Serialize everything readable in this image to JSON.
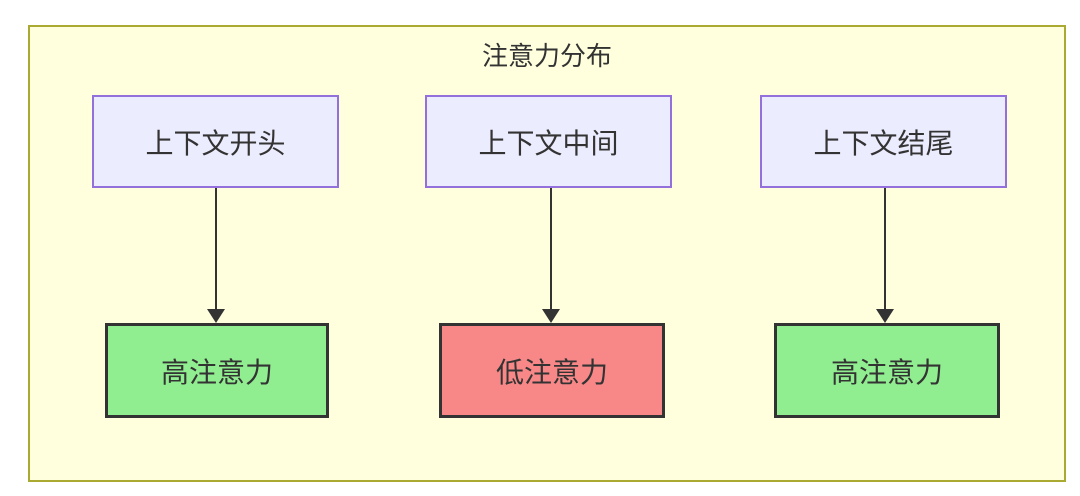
{
  "diagram": {
    "title": "注意力分布",
    "columns": [
      {
        "source": "上下文开头",
        "target": "高注意力",
        "level": "high"
      },
      {
        "source": "上下文中间",
        "target": "低注意力",
        "level": "low"
      },
      {
        "source": "上下文结尾",
        "target": "高注意力",
        "level": "high"
      }
    ],
    "colors": {
      "frame_background": "#FFFFDE",
      "frame_border": "#AAAA33",
      "source_fill": "#ECECFF",
      "source_border": "#9370DB",
      "high_attention_fill": "#90EE90",
      "low_attention_fill": "#F88888",
      "target_border": "#333333",
      "arrow": "#333333",
      "text": "#333333"
    }
  }
}
